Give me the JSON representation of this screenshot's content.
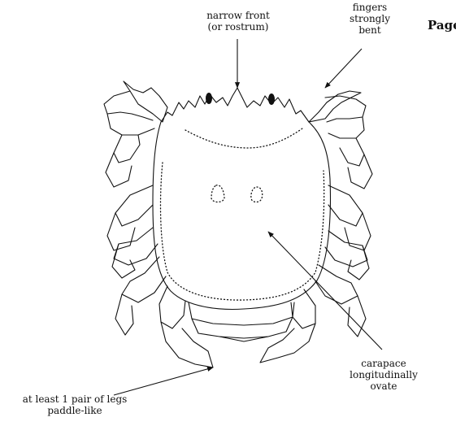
{
  "labels": {
    "narrow_front": [
      "narrow front",
      "(or rostrum)"
    ],
    "fingers": [
      "fingers",
      "strongly",
      "bent"
    ],
    "carapace": [
      "carapace",
      "longitudinally",
      "ovate"
    ],
    "legs": [
      "at least 1 pair of legs",
      "paddle-like"
    ]
  },
  "page_label": "Page"
}
